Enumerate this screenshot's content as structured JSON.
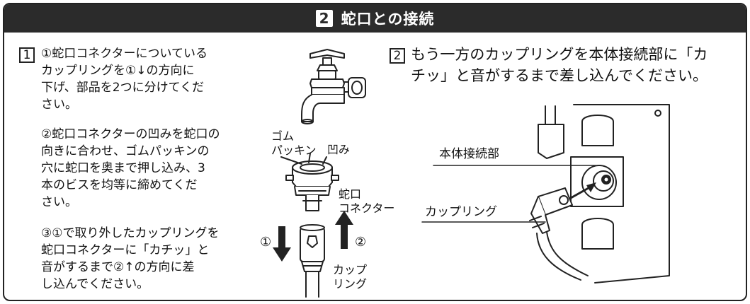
{
  "header": {
    "number": "2",
    "title": "蛇口との接続"
  },
  "step1": {
    "number": "1",
    "paragraph1": "①蛇口コネクターについている\nカップリングを①↓の方向に\n下げ、部品を2つに分けてくだ\nさい。",
    "paragraph2": "②蛇口コネクターの凹みを蛇口の\n向きに合わせ、ゴムパッキンの\n穴に蛇口を奥まで押し込み、3\n本のビスを均等に締めてくだ\nさい。",
    "paragraph3": "③①で取り外したカップリングを\n蛇口コネクターに「カチッ」と\n音がするまで②↑の方向に差\nし込んでください。"
  },
  "step2": {
    "number": "2",
    "text": "もう一方のカップリングを本体接続部に「カ\nチッ」と音がするまで差し込んでください。"
  },
  "labels": {
    "gasket": "ゴム\nパッキン",
    "recess": "凹み",
    "connector": "蛇口\nコネクター",
    "coupling": "カップ\nリング",
    "arrow_down": "①",
    "arrow_up": "②",
    "body_connection": "本体接続部",
    "coupling2": "カップリング"
  },
  "colors": {
    "header_bg": "#2b2b2b",
    "line": "#222222"
  }
}
